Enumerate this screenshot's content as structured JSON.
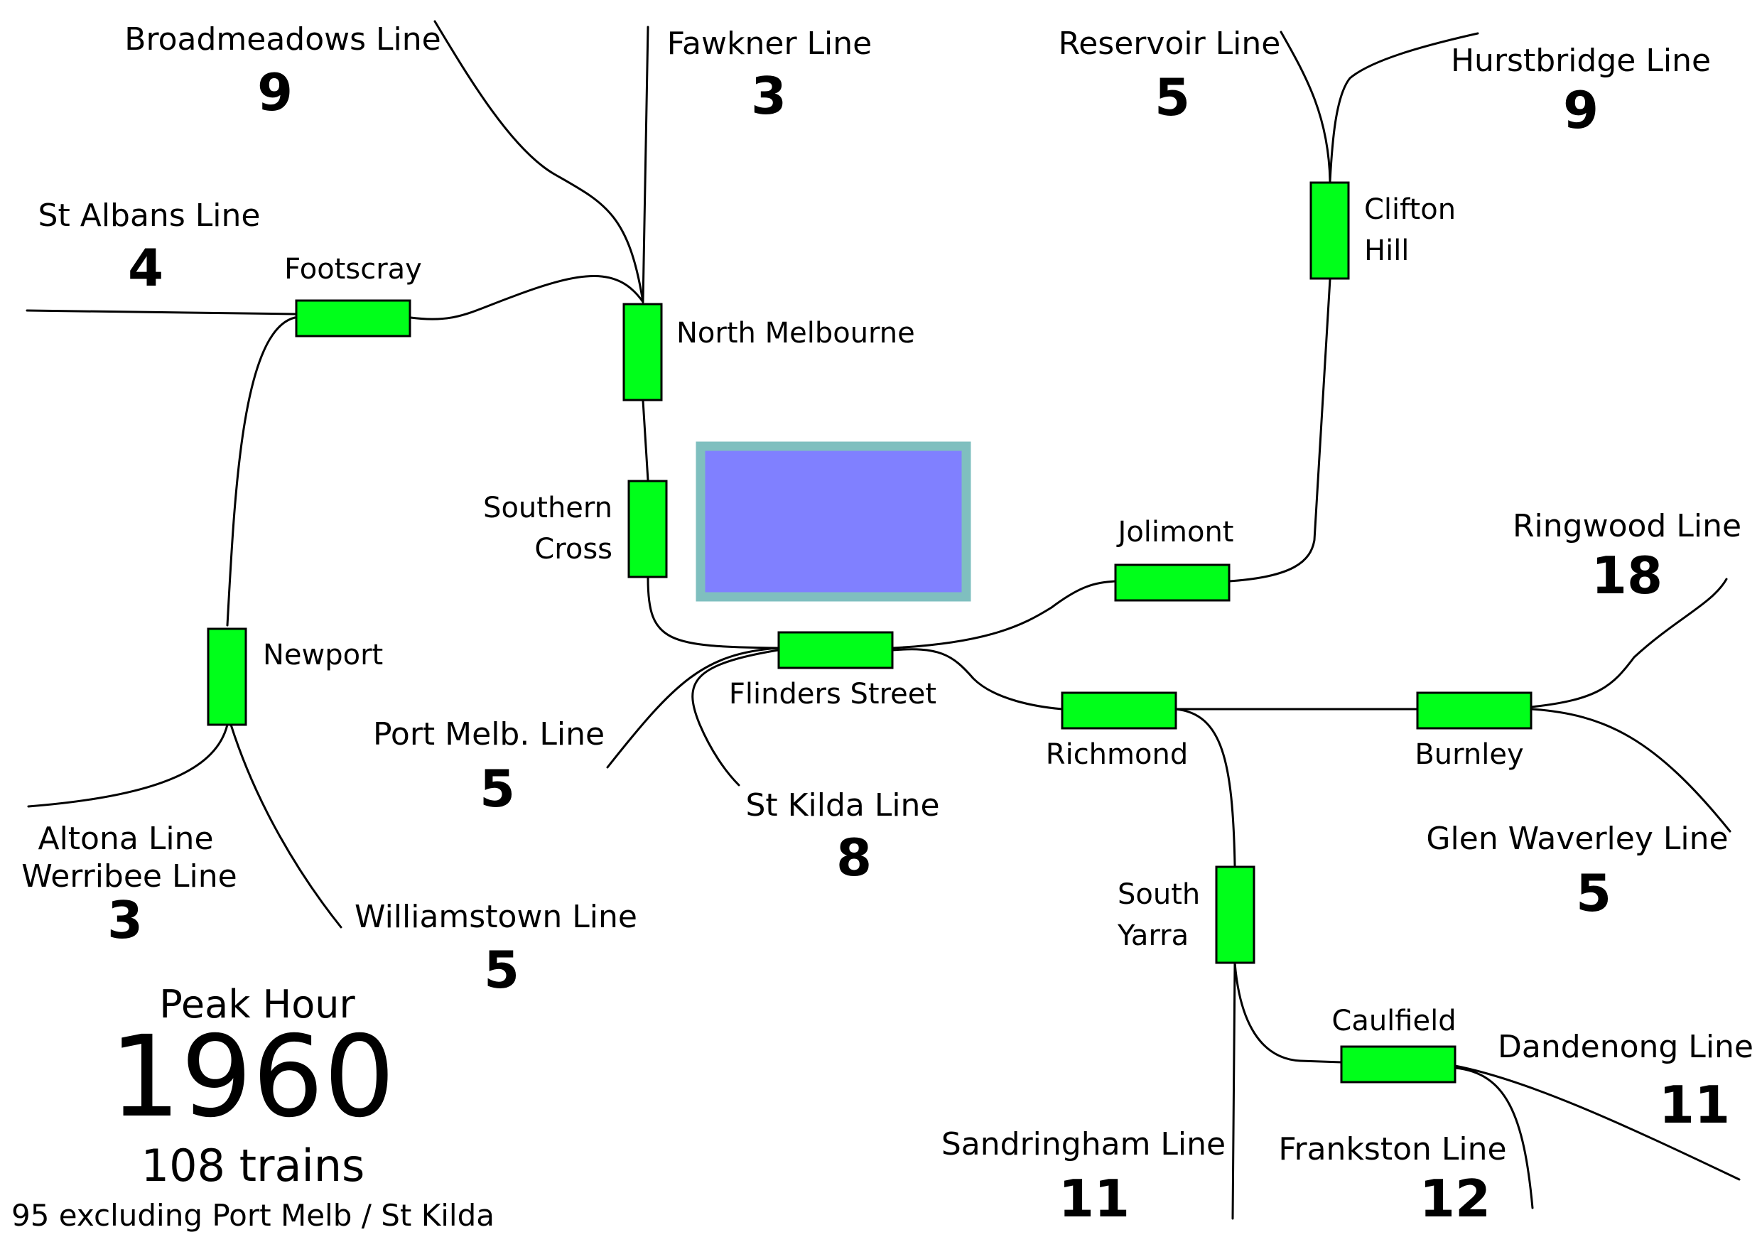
{
  "colors": {
    "station_fill": "#00ff1a",
    "city_block_fill": "#8080ff",
    "city_block_border": "#7fbfbf",
    "track": "#000000",
    "text": "#000000"
  },
  "lines": {
    "broadmeadows": {
      "name": "Broadmeadows Line",
      "count": "9"
    },
    "fawkner": {
      "name": "Fawkner Line",
      "count": "3"
    },
    "reservoir": {
      "name": "Reservoir Line",
      "count": "5"
    },
    "hurstbridge": {
      "name": "Hurstbridge Line",
      "count": "9"
    },
    "st_albans": {
      "name": "St Albans Line",
      "count": "4"
    },
    "ringwood": {
      "name": "Ringwood Line",
      "count": "18"
    },
    "port_melb": {
      "name": "Port Melb. Line",
      "count": "5"
    },
    "st_kilda": {
      "name": "St Kilda Line",
      "count": "8"
    },
    "glen_waverley": {
      "name": "Glen Waverley Line",
      "count": "5"
    },
    "altona_werribee": {
      "name_1": "Altona Line",
      "name_2": "Werribee Line",
      "count": "3"
    },
    "williamstown": {
      "name": "Williamstown Line",
      "count": "5"
    },
    "dandenong": {
      "name": "Dandenong Line",
      "count": "11"
    },
    "sandringham": {
      "name": "Sandringham Line",
      "count": "11"
    },
    "frankston": {
      "name": "Frankston Line",
      "count": "12"
    }
  },
  "stations": {
    "footscray": "Footscray",
    "north_melbourne": "North Melbourne",
    "clifton_hill_1": "Clifton",
    "clifton_hill_2": "Hill",
    "southern_cross_1": "Southern",
    "southern_cross_2": "Cross",
    "jolimont": "Jolimont",
    "newport": "Newport",
    "flinders_street": "Flinders Street",
    "richmond": "Richmond",
    "burnley": "Burnley",
    "south_yarra_1": "South",
    "south_yarra_2": "Yarra",
    "caulfield": "Caulfield"
  },
  "summary": {
    "label": "Peak Hour",
    "year": "1960",
    "trains": "108 trains",
    "note": "95 excluding Port Melb / St Kilda"
  }
}
